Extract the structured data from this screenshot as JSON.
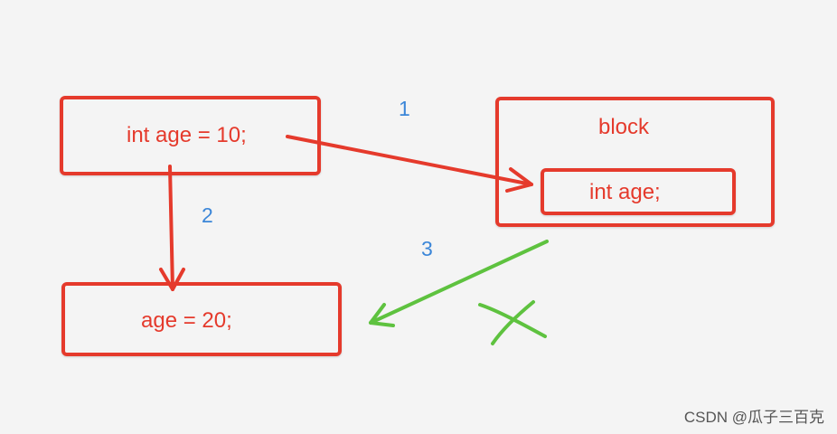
{
  "boxes": {
    "source": "int age = 10;",
    "block": "block",
    "block_var": "int age;",
    "result": "age = 20;"
  },
  "steps": {
    "one": "1",
    "two": "2",
    "three": "3"
  },
  "colors": {
    "box": "#e53a2c",
    "step_number": "#3b86d8",
    "arrow_green": "#5ec23f"
  },
  "watermark": "CSDN @瓜子三百克"
}
